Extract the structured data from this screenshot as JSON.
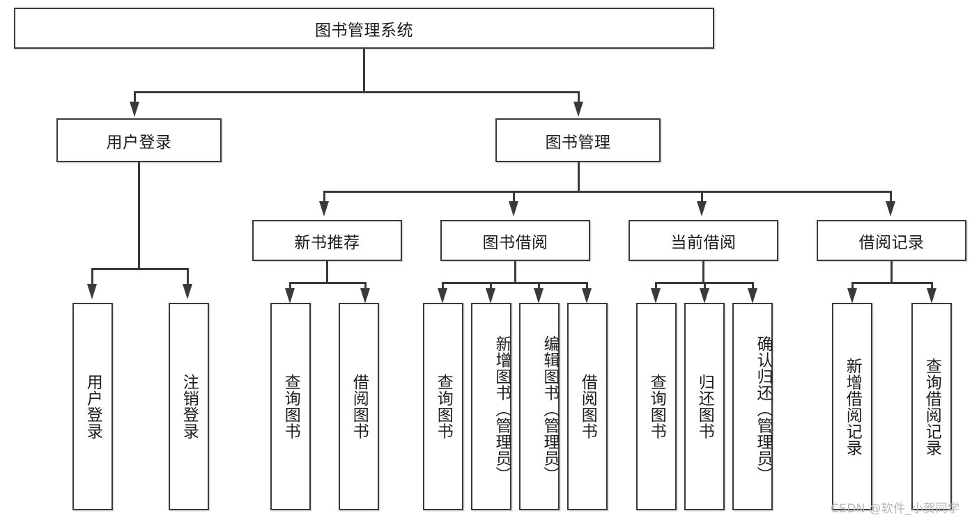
{
  "diagram": {
    "type": "tree",
    "title": "图书管理系统",
    "watermark": "CSDN @软件_小贺同学",
    "colors": {
      "stroke": "#3a3a3a",
      "fill": "#ffffff",
      "text": "#1d1d1d",
      "watermark": "#b8b8b8"
    },
    "root": {
      "label": "图书管理系统"
    },
    "level2": [
      {
        "id": "user-login",
        "label": "用户登录"
      },
      {
        "id": "book-management",
        "label": "图书管理"
      }
    ],
    "level3": [
      {
        "id": "new-book-recommend",
        "label": "新书推荐"
      },
      {
        "id": "book-borrow",
        "label": "图书借阅"
      },
      {
        "id": "current-borrow",
        "label": "当前借阅"
      },
      {
        "id": "borrow-record",
        "label": "借阅记录"
      }
    ],
    "leaves": {
      "user_login": [
        {
          "id": "leaf-user-login",
          "label": "用户登录"
        },
        {
          "id": "leaf-logout-login",
          "label": "注销登录"
        }
      ],
      "new_book_recommend": [
        {
          "id": "leaf-query-book-1",
          "label": "查询图书"
        },
        {
          "id": "leaf-borrow-book-1",
          "label": "借阅图书"
        }
      ],
      "book_borrow": [
        {
          "id": "leaf-query-book-2",
          "label": "查询图书"
        },
        {
          "id": "leaf-add-book",
          "label": "新增图书（管理员）"
        },
        {
          "id": "leaf-edit-book",
          "label": "编辑图书（管理员）"
        },
        {
          "id": "leaf-borrow-book-2",
          "label": "借阅图书"
        }
      ],
      "current_borrow": [
        {
          "id": "leaf-query-book-3",
          "label": "查询图书"
        },
        {
          "id": "leaf-return-book",
          "label": "归还图书"
        },
        {
          "id": "leaf-confirm-return",
          "label": "确认归还（管理员）"
        }
      ],
      "borrow_record": [
        {
          "id": "leaf-add-record",
          "label": "新增借阅记录"
        },
        {
          "id": "leaf-query-record",
          "label": "查询借阅记录"
        }
      ]
    }
  }
}
